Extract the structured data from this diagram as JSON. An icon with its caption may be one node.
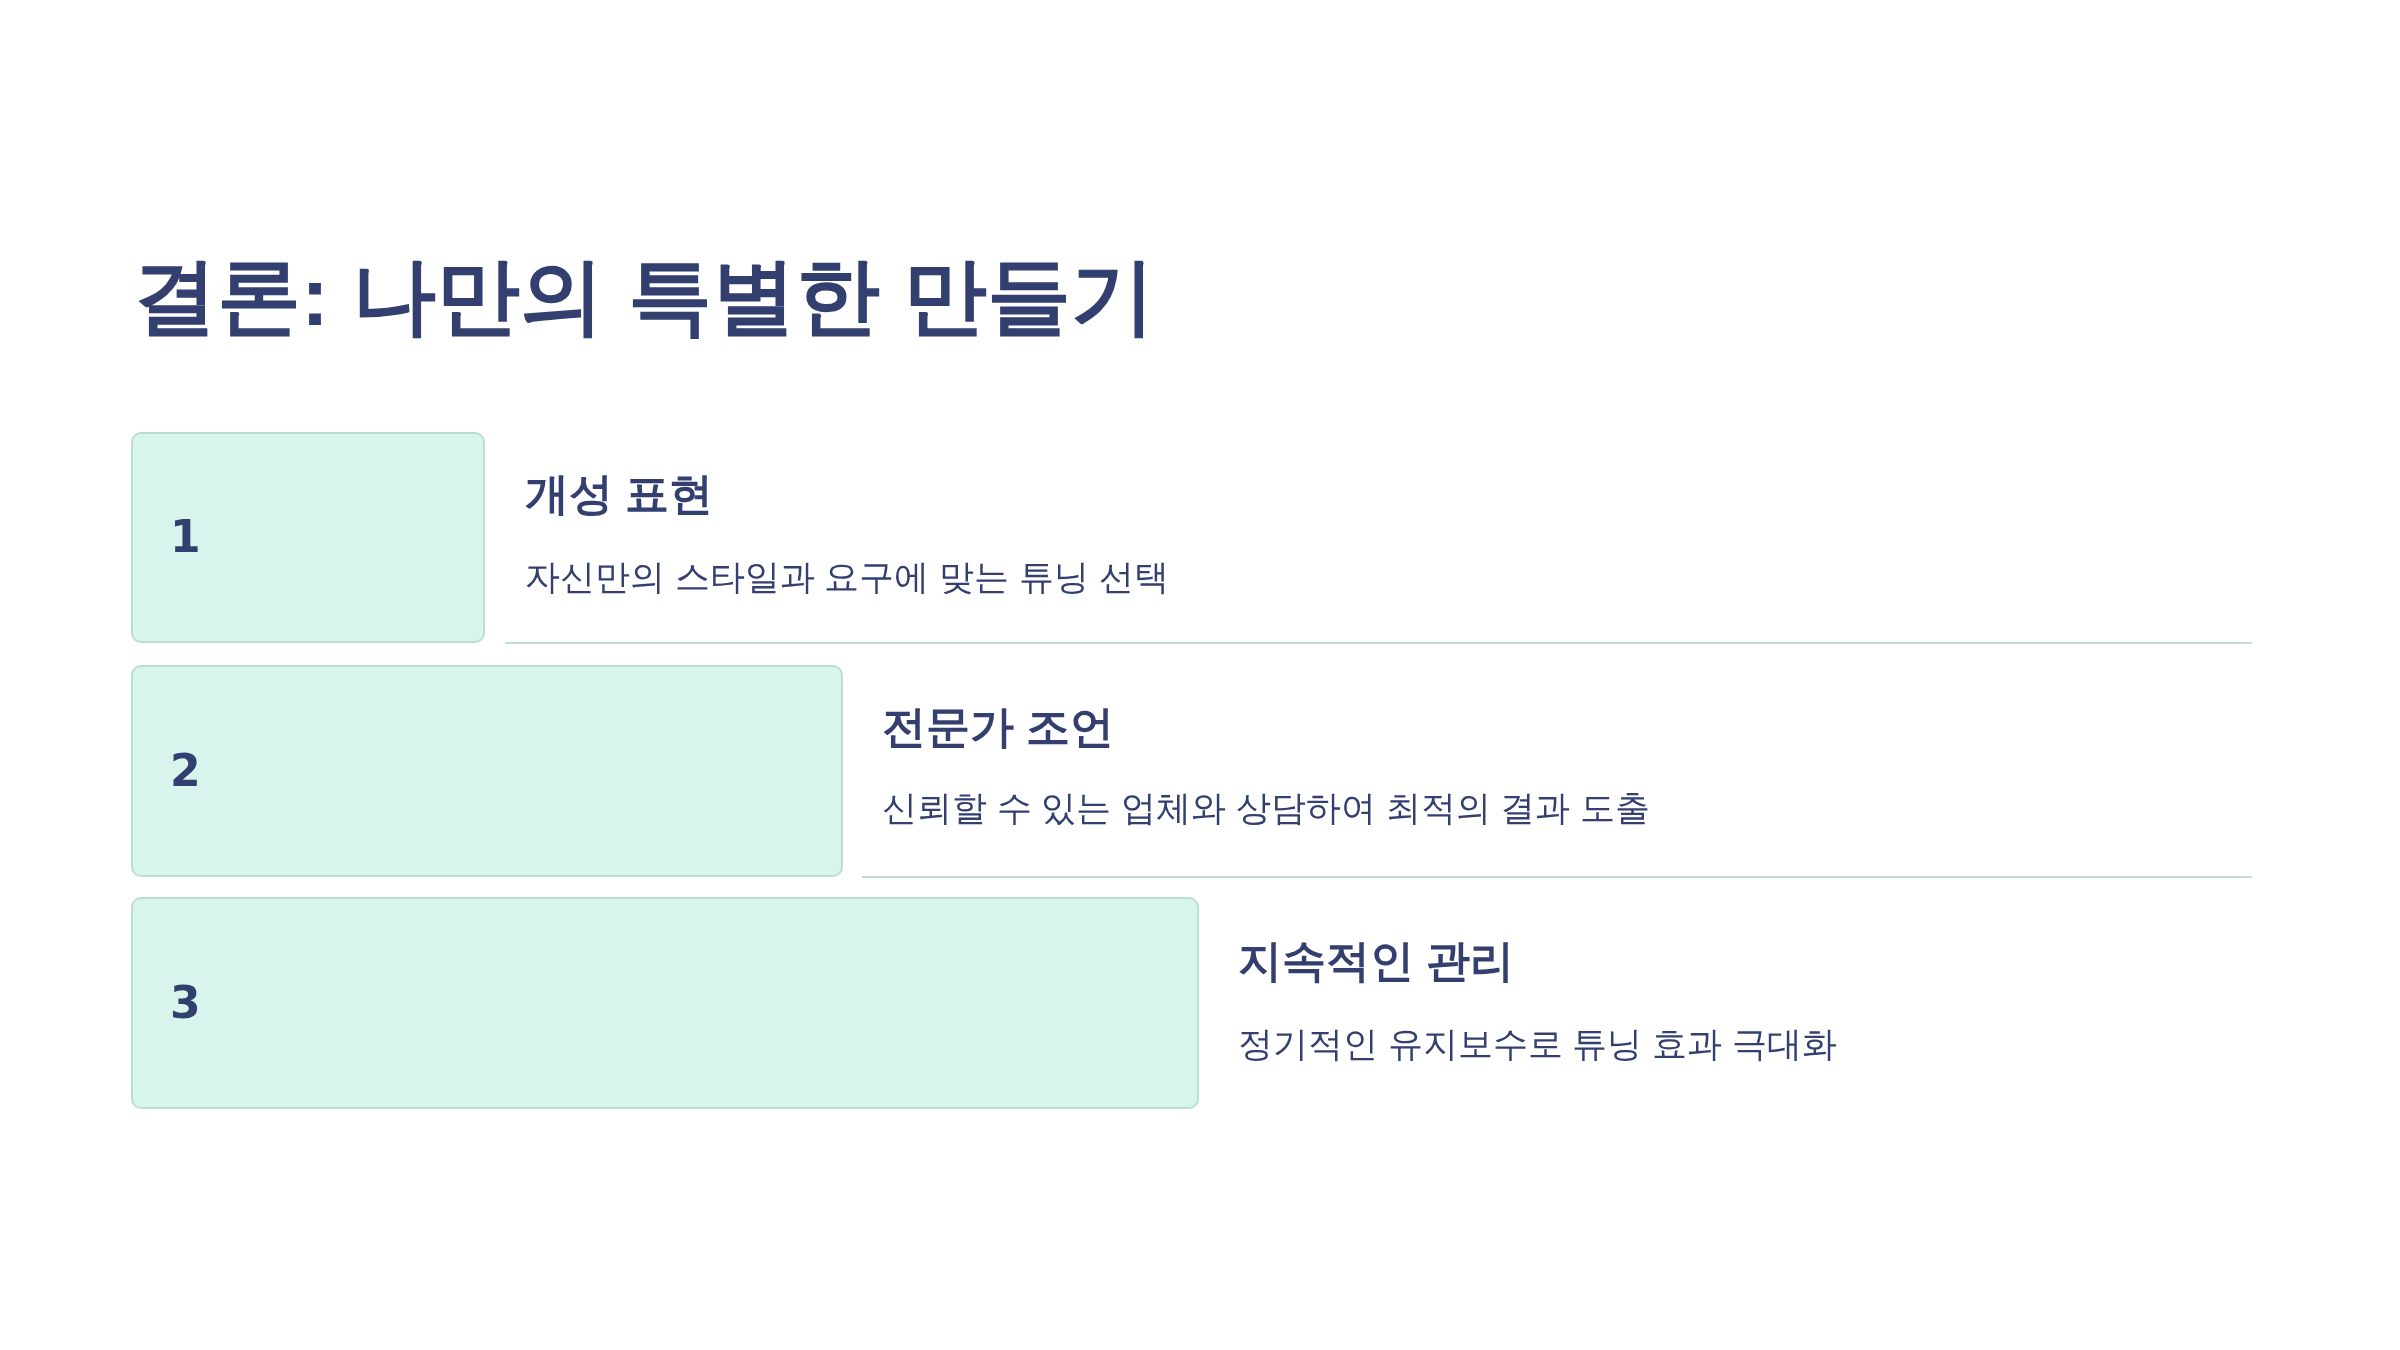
{
  "diagram": {
    "title": "결론: 나만의 특별한 만들기",
    "nodes": [
      {
        "text": [
          "1"
        ],
        "beside": [
          "개성 표현",
          "자신만의 스타일과 요구에 맞는 튜닝 선택"
        ]
      },
      {
        "text": [
          "2"
        ],
        "beside": [
          "전문가 조언",
          "신뢰할 수 있는 업체와 상담하여 최적의 결과 도출"
        ]
      },
      {
        "text": [
          "3"
        ],
        "beside": [
          "지속적인 관리",
          "정기적인 유지보수로 튜닝 효과 극대화"
        ]
      }
    ]
  }
}
